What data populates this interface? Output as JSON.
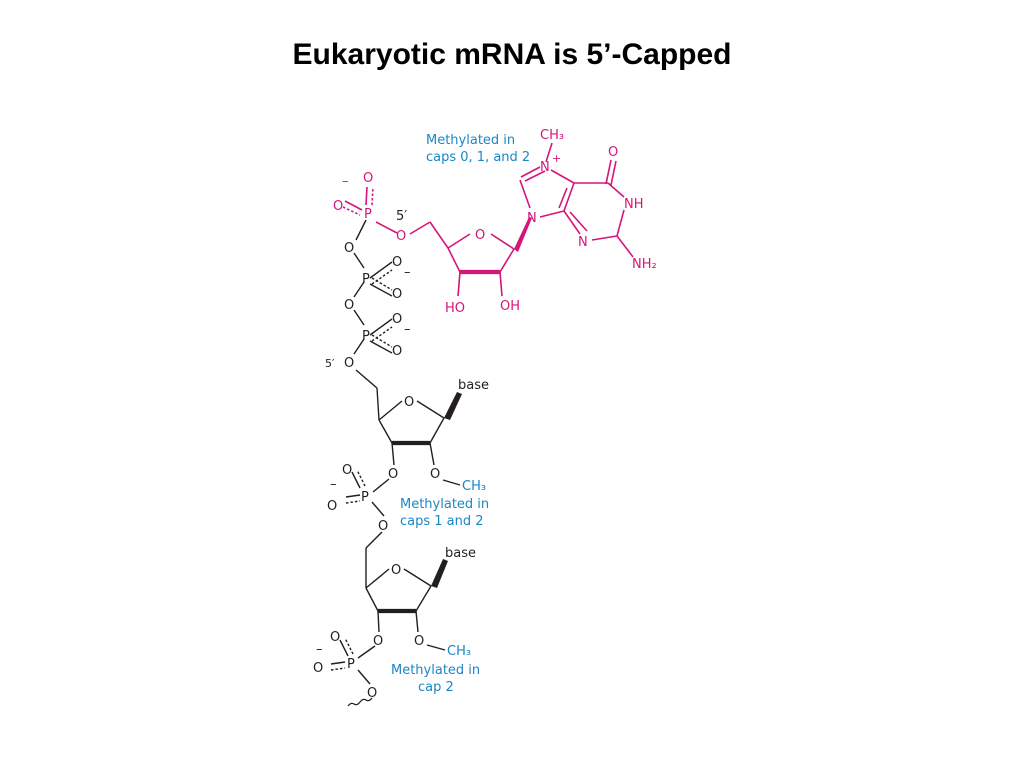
{
  "title": "Eukaryotic mRNA is 5’-Capped",
  "colors": {
    "cap": "#d6157a",
    "note": "#1b86c6",
    "text": "#231f20"
  },
  "cap": {
    "ch3": "CH₃",
    "n7": "N",
    "plus": "+",
    "n9": "N",
    "carbonyl_o": "O",
    "nh": "NH",
    "n3": "N",
    "nh2": "NH₂",
    "ring_o": "O",
    "ho": "HO",
    "oh": "OH",
    "p": "P",
    "o_top": "O",
    "o_left": "O",
    "minus": "–",
    "o5": "O",
    "prime": "5′"
  },
  "triphosphate": {
    "o1": "O",
    "p2": "P",
    "p2_o_top": "O",
    "p2_o_bot": "O",
    "p2_minus": "–",
    "o2": "O",
    "p3": "P",
    "p3_o_top": "O",
    "p3_o_bot": "O",
    "p3_minus": "–",
    "prime": "5′",
    "o5": "O"
  },
  "nucleotide1": {
    "ring_o": "O",
    "base": "base",
    "o3": "O",
    "o2": "O",
    "ch3": "CH₃",
    "p_minus": "–",
    "p_o_top": "O",
    "p_o_left": "O",
    "p": "P",
    "o5": "O"
  },
  "nucleotide2": {
    "ring_o": "O",
    "base": "base",
    "o3": "O",
    "o2": "O",
    "ch3": "CH₃",
    "p_minus": "–",
    "p_o_top": "O",
    "p_o_left": "O",
    "p": "P",
    "o5": "O"
  },
  "annotations": {
    "caps012": [
      "Methylated in",
      "caps 0, 1, and 2"
    ],
    "caps12": [
      "Methylated in",
      "caps 1 and 2"
    ],
    "cap2": [
      "Methylated in",
      "cap 2"
    ]
  }
}
